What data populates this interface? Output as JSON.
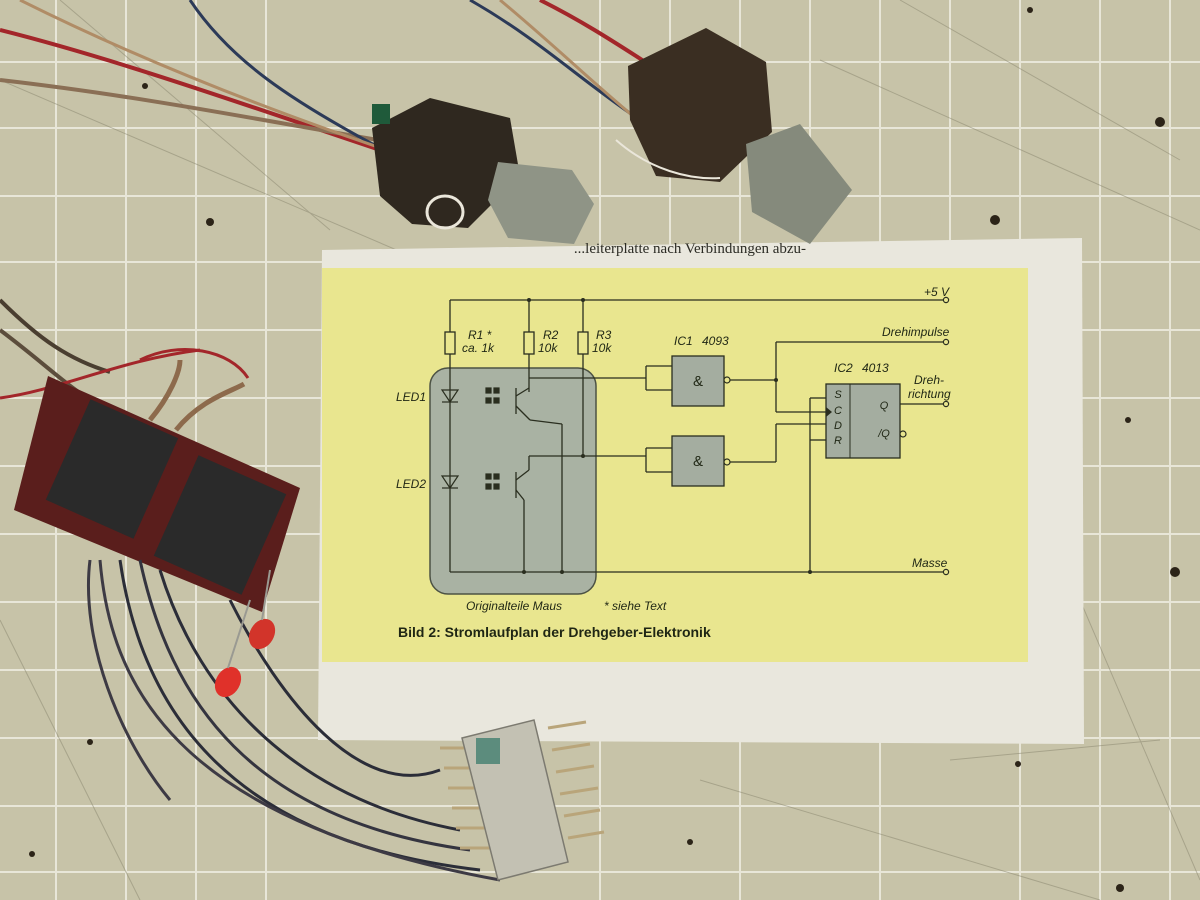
{
  "scene": {
    "description_free": true
  },
  "printed_text": {
    "top_fragment": "...leiterplatte nach Verbindungen abzu-",
    "caption": "Bild 2: Stromlaufplan der Drehgeber-Elektronik",
    "footnote": "* siehe Text",
    "block_label": "Originalteile Maus"
  },
  "schematic": {
    "rail_top": "+5 V",
    "rail_bottom": "Masse",
    "outputs": {
      "pulses": "Drehimpulse",
      "direction_line1": "Dreh-",
      "direction_line2": "richtung"
    },
    "resistors": [
      {
        "name": "R1 *",
        "value": "ca. 1k"
      },
      {
        "name": "R2",
        "value": "10k"
      },
      {
        "name": "R3",
        "value": "10k"
      }
    ],
    "leds": [
      "LED1",
      "LED2"
    ],
    "ic1": {
      "name": "IC1",
      "part": "4093",
      "gate_symbol": "&"
    },
    "ic2": {
      "name": "IC2",
      "part": "4013",
      "pins": [
        "S",
        "C",
        "D",
        "R",
        "Q",
        "/Q"
      ]
    }
  },
  "colors": {
    "mat": "#c9c5ab",
    "paper": "#e8e6de",
    "schematic_bg": "#e8e58d",
    "mouse_block": "#a7b0a1",
    "ink": "#2a2e1f",
    "wire_red": "#a3262a",
    "wire_blue": "#2c3a58",
    "knob": "#8f9486"
  }
}
